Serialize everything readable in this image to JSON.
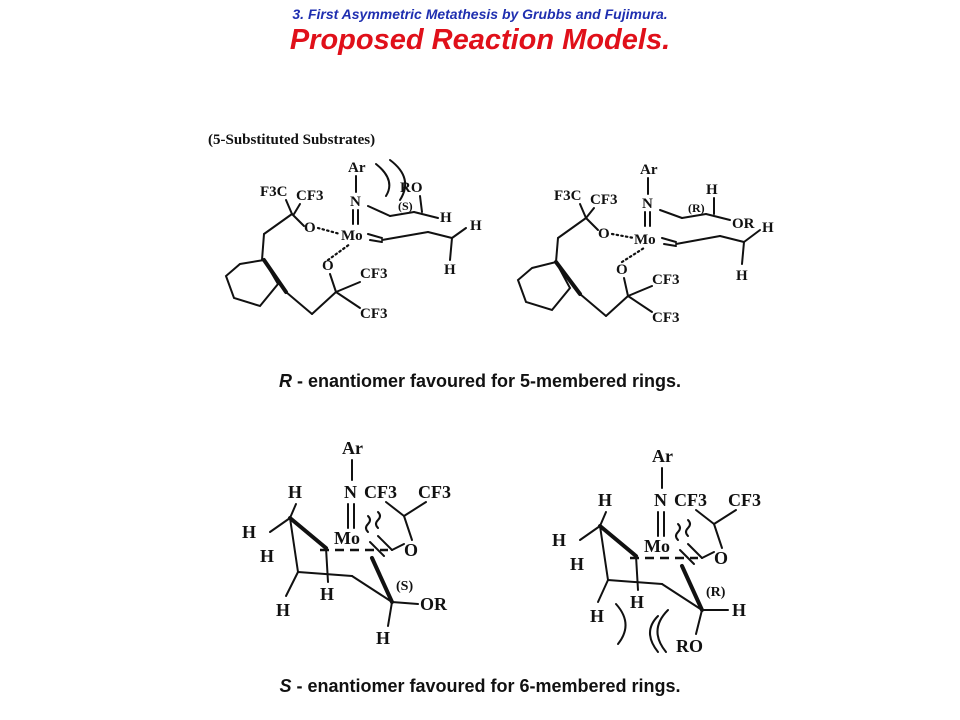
{
  "slide": {
    "supertitle": "3. First Asymmetric Metathesis by Grubbs and Fujimura.",
    "title": "Proposed Reaction Models."
  },
  "top_section": {
    "heading": "(5-Substituted Substrates)",
    "left_structure": {
      "labels": [
        "Ar",
        "N",
        "F3C",
        "CF3",
        "O",
        "Mo",
        "RO",
        "(S)",
        "H",
        "H",
        "H",
        "O",
        "CF3",
        "CF3"
      ]
    },
    "right_structure": {
      "labels": [
        "Ar",
        "N",
        "F3C",
        "CF3",
        "O",
        "Mo",
        "H",
        "(R)",
        "OR",
        "H",
        "H",
        "O",
        "CF3",
        "CF3"
      ]
    },
    "caption_letter": "R",
    "caption_rest": " - enantiomer favoured for 5-membered rings."
  },
  "bottom_section": {
    "left_structure": {
      "labels": [
        "Ar",
        "N",
        "CF3",
        "CF3",
        "H",
        "H",
        "Mo",
        "O",
        "H",
        "H",
        "H",
        "(S)",
        "OR",
        "H"
      ]
    },
    "right_structure": {
      "labels": [
        "Ar",
        "N",
        "CF3",
        "CF3",
        "H",
        "H",
        "Mo",
        "O",
        "H",
        "H",
        "H",
        "(R)",
        "H",
        "RO"
      ]
    },
    "caption_letter": "S",
    "caption_rest": " - enantiomer favoured for 6-membered rings."
  }
}
